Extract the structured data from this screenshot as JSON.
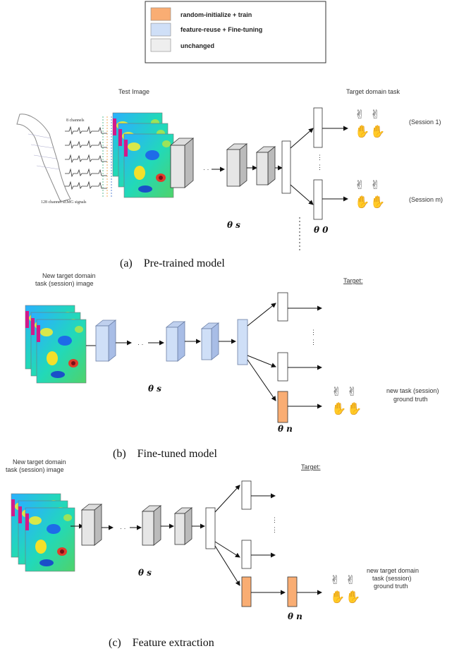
{
  "legend": {
    "items": [
      {
        "label": "random-initialize + train",
        "color": "#f9ad73"
      },
      {
        "label": "feature-reuse + Fine-tuning",
        "color": "#cfdff7"
      },
      {
        "label": "unchanged",
        "color": "#eeeeee"
      }
    ]
  },
  "panel_a": {
    "input_title": "Test Image",
    "channels_label": "8 channels",
    "signals_label": "128 channel sEMG signals",
    "target_title": "Target domain task",
    "session_first": "(Session 1)",
    "session_last": "(Session m)",
    "theta_shared": "θ s",
    "theta_out": "θ 0",
    "caption": "(a)    Pre-trained model"
  },
  "panel_b": {
    "input_title_line1": "New target domain",
    "input_title_line2": "task (session) image",
    "target_title": "Target:",
    "gt_line1": "new task (session)",
    "gt_line2": "ground truth",
    "theta_shared": "θ s",
    "theta_new": "θ n",
    "caption": "(b)    Fine-tuned model"
  },
  "panel_c": {
    "input_title_line1": "New target domain",
    "input_title_line2": "task (session) image",
    "target_title": "Target:",
    "gt_line1": "new target domain",
    "gt_line2": "task (session)",
    "gt_line3": "ground truth",
    "theta_shared": "θ s",
    "theta_new": "θ n",
    "caption": "(c)    Feature extraction"
  },
  "colors": {
    "new_layer": "#f9ad73",
    "finetune_layer": "#cfdff7",
    "unchanged_layer": "#e6e6e6"
  },
  "icons": [
    "arm-emg-sketch-icon",
    "heatmap-icon",
    "hand-gesture-icon"
  ]
}
